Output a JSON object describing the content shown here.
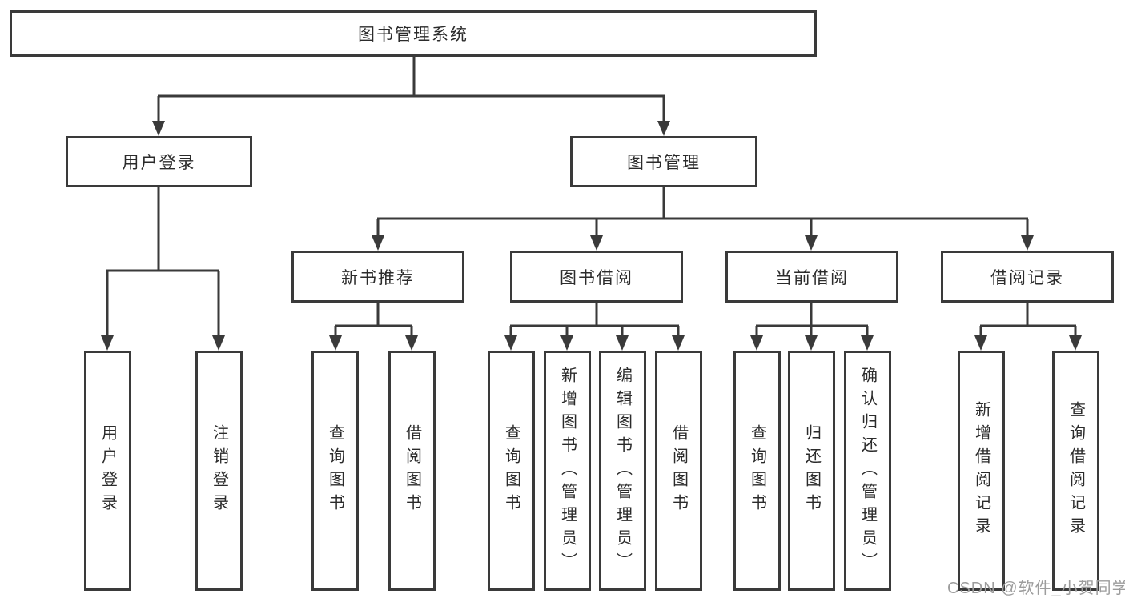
{
  "tree": {
    "label": "图书管理系统",
    "children": [
      {
        "label": "用户登录",
        "children": [
          {
            "label": "用户登录"
          },
          {
            "label": "注销登录"
          }
        ]
      },
      {
        "label": "图书管理",
        "children": [
          {
            "label": "新书推荐",
            "children": [
              {
                "label": "查询图书"
              },
              {
                "label": "借阅图书"
              }
            ]
          },
          {
            "label": "图书借阅",
            "children": [
              {
                "label": "查询图书"
              },
              {
                "label": "新增图书（管理员）"
              },
              {
                "label": "编辑图书（管理员）"
              },
              {
                "label": "借阅图书"
              }
            ]
          },
          {
            "label": "当前借阅",
            "children": [
              {
                "label": "查询图书"
              },
              {
                "label": "归还图书"
              },
              {
                "label": "确认归还（管理员）"
              }
            ]
          },
          {
            "label": "借阅记录",
            "children": [
              {
                "label": "新增借阅记录"
              },
              {
                "label": "查询借阅记录"
              }
            ]
          }
        ]
      }
    ]
  },
  "watermark": "CSDN @软件_小贺同学",
  "colors": {
    "line": "#3a3a3a",
    "text": "#2b2b2b",
    "background": "#ffffff",
    "watermark": "#9d9d9d"
  }
}
